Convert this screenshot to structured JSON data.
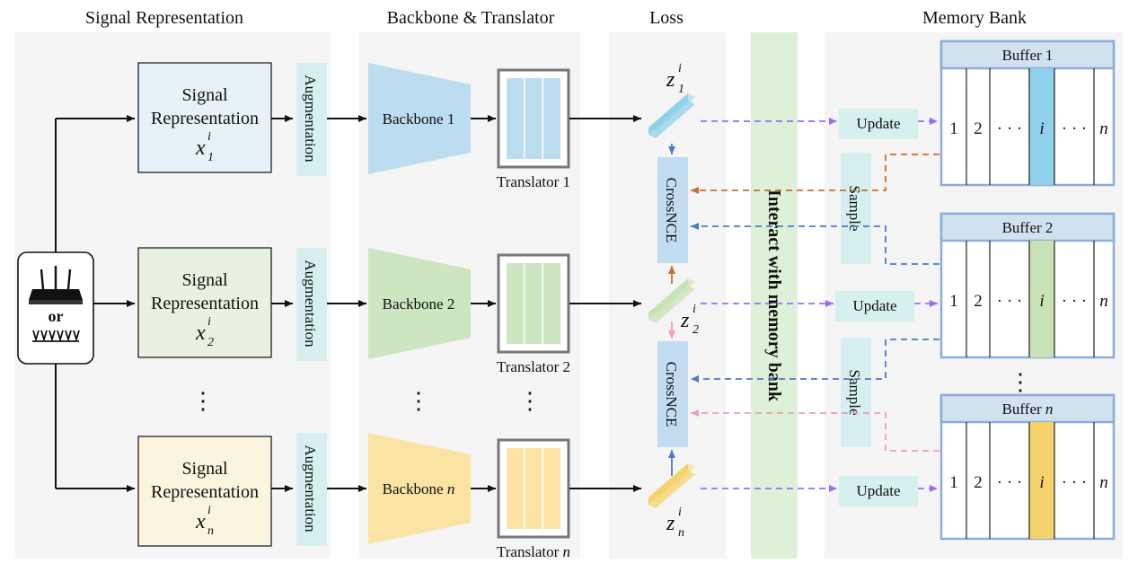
{
  "section_titles": {
    "signal": "Signal Representation",
    "backbone": "Backbone & Translator",
    "loss": "Loss",
    "memory": "Memory Bank"
  },
  "device": {
    "or_label": "or",
    "router_icon": "router-icon",
    "antenna_icon": "antenna-array-icon"
  },
  "signal_boxes": [
    {
      "line1": "Signal",
      "line2": "Representation",
      "var": "x",
      "sub": "1",
      "sup": "i",
      "fill": "#e6f1f8"
    },
    {
      "line1": "Signal",
      "line2": "Representation",
      "var": "x",
      "sub": "2",
      "sup": "i",
      "fill": "#e9f2e1"
    },
    {
      "line1": "Signal",
      "line2": "Representation",
      "var": "x",
      "sub": "n",
      "sup": "i",
      "fill": "#fbf5df"
    }
  ],
  "augmentation_label": "Augmentation",
  "backbones": [
    {
      "label": "Backbone 1",
      "fill": "#bcdcf0"
    },
    {
      "label": "Backbone 2",
      "fill": "#cde5c0"
    },
    {
      "label": "Backbone ",
      "label_n": "n",
      "fill": "#fbe3a4"
    }
  ],
  "translators": [
    {
      "label": "Translator 1",
      "fill": "#bcdcf0"
    },
    {
      "label": "Translator 2",
      "fill": "#cde5c0"
    },
    {
      "label": "Translator ",
      "label_n": "n",
      "fill": "#fbe3a4"
    }
  ],
  "embeddings": [
    {
      "var": "z",
      "sub": "1",
      "sup": "i",
      "color": "#8fd1ea"
    },
    {
      "var": "z",
      "sub": "2",
      "sup": "i",
      "color": "#c8e2b6"
    },
    {
      "var": "z",
      "sub": "n",
      "sup": "i",
      "color": "#f6d36a"
    }
  ],
  "crossnce_label": "CrossNCE",
  "interact_label": "Interact with memory bank",
  "update_label": "Update",
  "sample_label": "Sample",
  "buffers": [
    {
      "title": "Buffer 1",
      "title_n": "",
      "highlight": "#8fd1ea"
    },
    {
      "title": "Buffer 2",
      "title_n": "",
      "highlight": "#c8e2b6"
    },
    {
      "title": "Buffer ",
      "title_n": "n",
      "highlight": "#f6d36a"
    }
  ],
  "buffer_cells": [
    "1",
    "2",
    "· · ·",
    "i",
    "· · ·",
    "n"
  ],
  "ellipsis": "⋮",
  "colors": {
    "panel_bg": "#f5f5f5",
    "interact_bg": "#dff0d8",
    "teal_box": "#d6efef",
    "crossnce_bg": "#c2dcf2",
    "buffer_header": "#d2e1f0",
    "buffer_border": "#8aaed6",
    "purple_dash": "#9b6bff",
    "orange_dash": "#cc6e2e",
    "blue_dash": "#4f79c4",
    "pink_dash": "#f29ac0"
  }
}
